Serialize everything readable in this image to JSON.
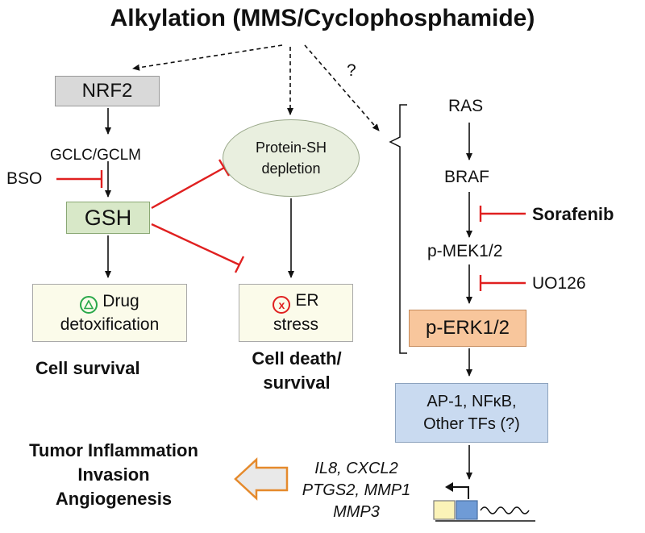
{
  "title": "Alkylation (MMS/Cyclophosphamide)",
  "question_mark": "?",
  "nodes": {
    "nrf2": "NRF2",
    "gclc": "GCLC/GCLM",
    "bso": "BSO",
    "gsh": "GSH",
    "protein_sh_line1": "Protein-SH",
    "protein_sh_line2": "depletion",
    "drug_line1": "Drug",
    "drug_line2": "detoxification",
    "er_line1": "ER",
    "er_line2": "stress",
    "ras": "RAS",
    "braf": "BRAF",
    "sorafenib": "Sorafenib",
    "pmek": "p-MEK1/2",
    "uo126": "UO126",
    "perk": "p-ERK1/2",
    "tf_line1": "AP-1, NFκB,",
    "tf_line2": "Other TFs (?)"
  },
  "outcomes": {
    "cell_survival": "Cell survival",
    "cell_death_line1": "Cell death/",
    "cell_death_line2": "survival",
    "tumor_line1": "Tumor Inflammation",
    "tumor_line2": "Invasion",
    "tumor_line3": "Angiogenesis"
  },
  "genes": {
    "line1": "IL8, CXCL2",
    "line2": "PTGS2, MMP1",
    "line3": "MMP3"
  },
  "colors": {
    "activation": "#111111",
    "inhibition": "#e02020",
    "nrf2_fill": "#d9d9d9",
    "gsh_fill": "#d8e8c8",
    "perk_fill": "#f8c69c",
    "tf_fill": "#c9daf0",
    "output_arrow": "#e58a2c",
    "promoter_yellow": "#fbf3b8",
    "promoter_blue": "#6f9bd6"
  },
  "icons": {
    "drug_icon": "triangle-in-circle-icon",
    "er_icon": "x-in-circle-icon"
  }
}
